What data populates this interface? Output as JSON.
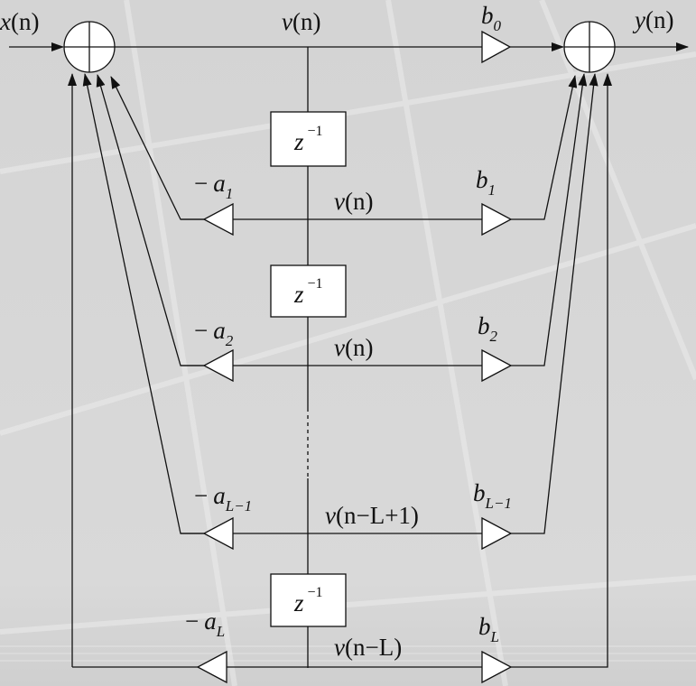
{
  "input_label": {
    "name": "x",
    "arg": "(n)"
  },
  "output_label": {
    "name": "y",
    "arg": "(n)"
  },
  "delay_label": {
    "base": "z",
    "exp": "−1"
  },
  "top_node": {
    "name": "v",
    "arg": "(n)"
  },
  "b0": {
    "base": "b",
    "sub": "0"
  },
  "taps": [
    {
      "a_prefix": "−",
      "a_base": "a",
      "a_sub": "1",
      "b_base": "b",
      "b_sub": "1",
      "node_name": "v",
      "node_arg": "(n)"
    },
    {
      "a_prefix": "−",
      "a_base": "a",
      "a_sub": "2",
      "b_base": "b",
      "b_sub": "2",
      "node_name": "v",
      "node_arg": "(n)"
    },
    {
      "a_prefix": "−",
      "a_base": "a",
      "a_sub": "L−1",
      "b_base": "b",
      "b_sub": "L−1",
      "node_name": "v",
      "node_arg": "(n−L+1)"
    },
    {
      "a_prefix": "−",
      "a_base": "a",
      "a_sub": "L",
      "b_base": "b",
      "b_sub": "L",
      "node_name": "v",
      "node_arg": "(n−L)"
    }
  ]
}
